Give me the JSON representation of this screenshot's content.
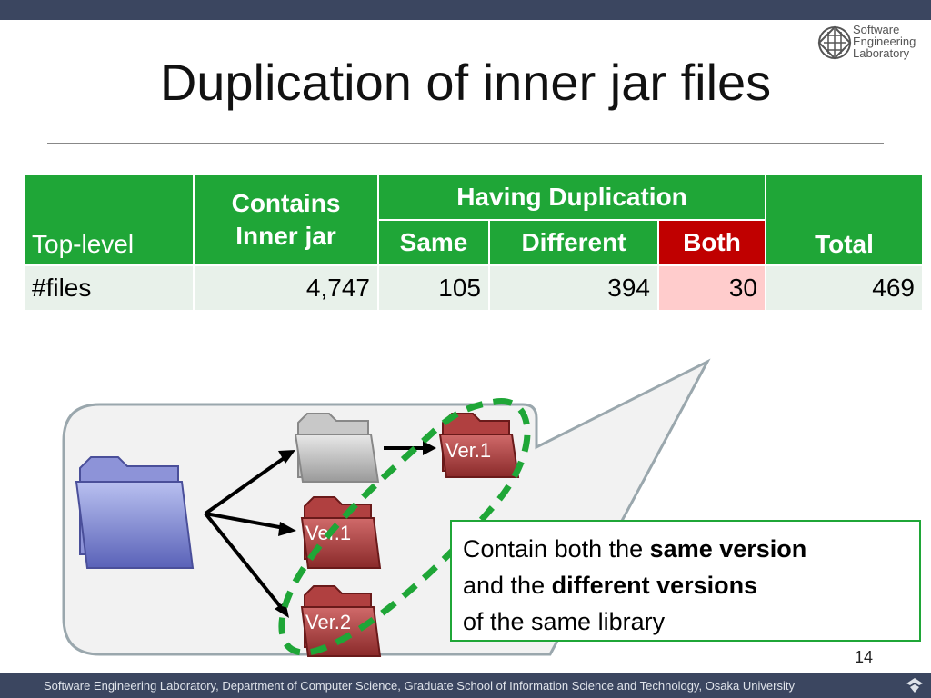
{
  "slide": {
    "title": "Duplication of inner jar files",
    "page_number": "14",
    "footer": "Software Engineering Laboratory, Department of Computer Science, Graduate School of Information Science and Technology, Osaka University"
  },
  "logo": {
    "line1": "Software",
    "line2": "Engineering",
    "line3": "Laboratory"
  },
  "table": {
    "headers": {
      "top_level": "Top-level",
      "contains": "Contains Inner jar",
      "having_duplication": "Having Duplication",
      "same": "Same",
      "different": "Different",
      "both": "Both",
      "total": "Total"
    },
    "row": {
      "label": "#files",
      "contains": "4,747",
      "same": "105",
      "different": "394",
      "both": "30",
      "total": "469"
    }
  },
  "diagram": {
    "folder_label_top": "Ver.1",
    "folder_label_mid": "Ver.1",
    "folder_label_bottom": "Ver.2"
  },
  "callout": {
    "part1": "Contain both the ",
    "bold1": "same version",
    "part2": "and the ",
    "bold2": "different versions",
    "part3": "of the same library"
  },
  "colors": {
    "header_green": "#1fa637",
    "both_red": "#c00000",
    "both_cell_pink": "#ffcccc",
    "cell_bg": "#e8f1ea",
    "bar": "#3b4660",
    "dashed_ellipse": "#1fa637"
  }
}
